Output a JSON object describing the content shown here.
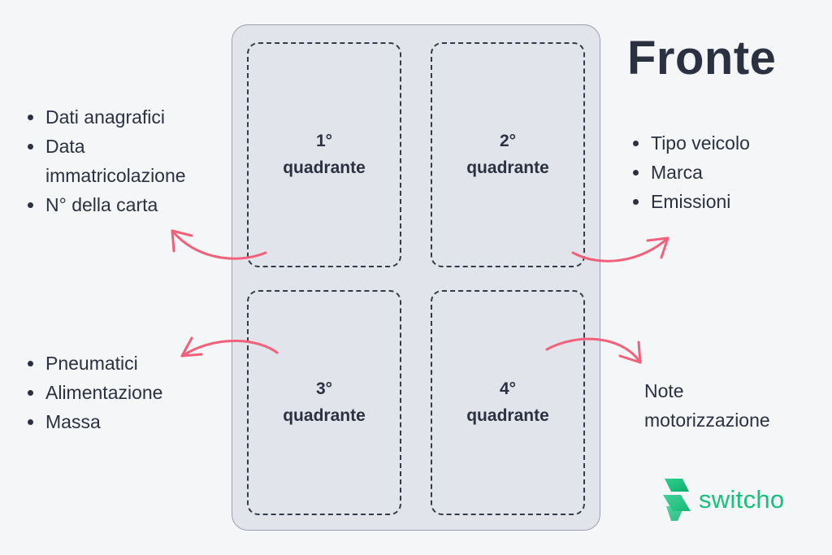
{
  "title": "Fronte",
  "quadrants": [
    {
      "number": "1°",
      "label": "quadrante"
    },
    {
      "number": "2°",
      "label": "quadrante"
    },
    {
      "number": "3°",
      "label": "quadrante"
    },
    {
      "number": "4°",
      "label": "quadrante"
    }
  ],
  "lists": {
    "q1": [
      "Dati anagrafici",
      "Data immatricolazione",
      "N° della carta"
    ],
    "q2": [
      "Tipo veicolo",
      "Marca",
      "Emissioni"
    ],
    "q3": [
      "Pneumatici",
      "Alimentazione",
      "Massa"
    ]
  },
  "note_q4": {
    "line1": "Note",
    "line2": "motorizzazione"
  },
  "logo": {
    "text": "switcho",
    "icon": "switcho-logo-icon",
    "color": "#19c07a"
  },
  "colors": {
    "arrow": "#f2607a",
    "text": "#2b3140",
    "card": "#e1e5eb"
  }
}
